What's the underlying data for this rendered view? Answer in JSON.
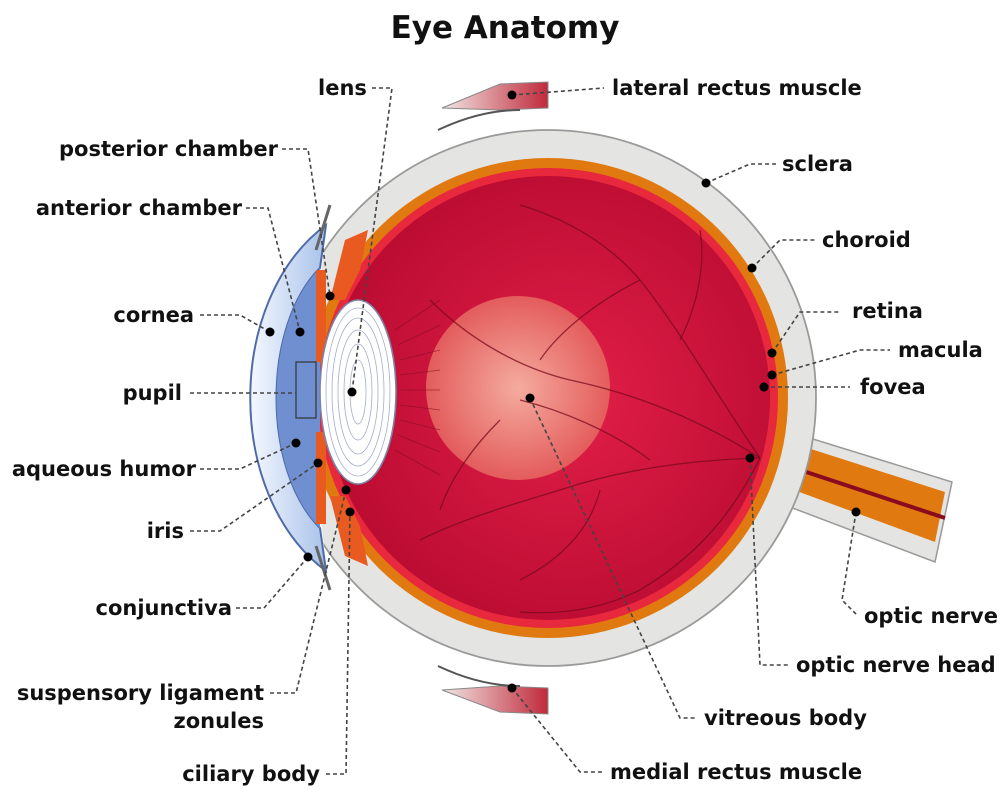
{
  "title": "Eye Anatomy",
  "labels": {
    "lens": "lens",
    "lateral_rectus_muscle": "lateral rectus muscle",
    "posterior_chamber": "posterior chamber",
    "sclera": "sclera",
    "anterior_chamber": "anterior chamber",
    "choroid": "choroid",
    "cornea": "cornea",
    "retina": "retina",
    "macula": "macula",
    "pupil": "pupil",
    "fovea": "fovea",
    "aqueous_humor": "aqueous humor",
    "iris": "iris",
    "optic_nerve": "optic nerve",
    "conjunctiva": "conjunctiva",
    "optic_nerve_head": "optic nerve head",
    "suspensory_ligament": "suspensory ligament",
    "zonules": "zonules",
    "vitreous_body": "vitreous body",
    "ciliary_body": "ciliary body",
    "medial_rectus_muscle": "medial rectus muscle"
  },
  "colors": {
    "sclera": "#e4e4e2",
    "choroid": "#e07a10",
    "retina": "#e8283c",
    "vitreous": "#cc0e3a",
    "macula": "#f29a8a",
    "cornea": "#cfe0f4",
    "aqueous": "#6f8fd0",
    "iris": "#e85a20",
    "lens": "#ffffff",
    "optic_nerve": "#e07a10"
  }
}
